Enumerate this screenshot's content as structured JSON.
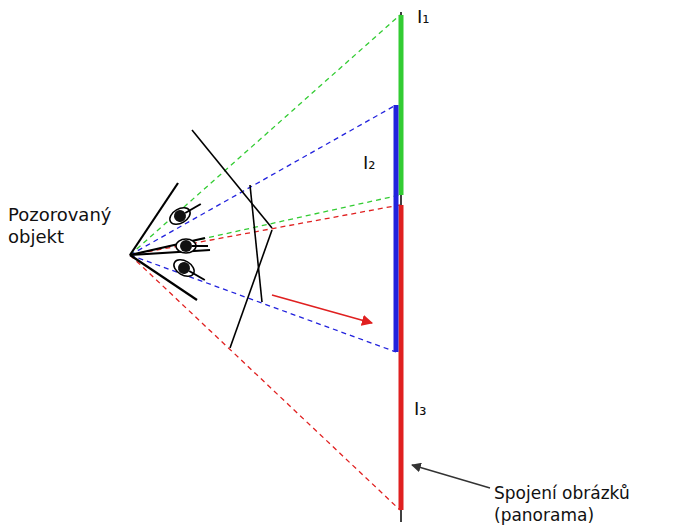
{
  "diagram": {
    "labels": [
      "Pozorovaný objekt",
      "I₁",
      "I₂",
      "I₃",
      "Spojení obrázků (panorama)"
    ]
  }
}
